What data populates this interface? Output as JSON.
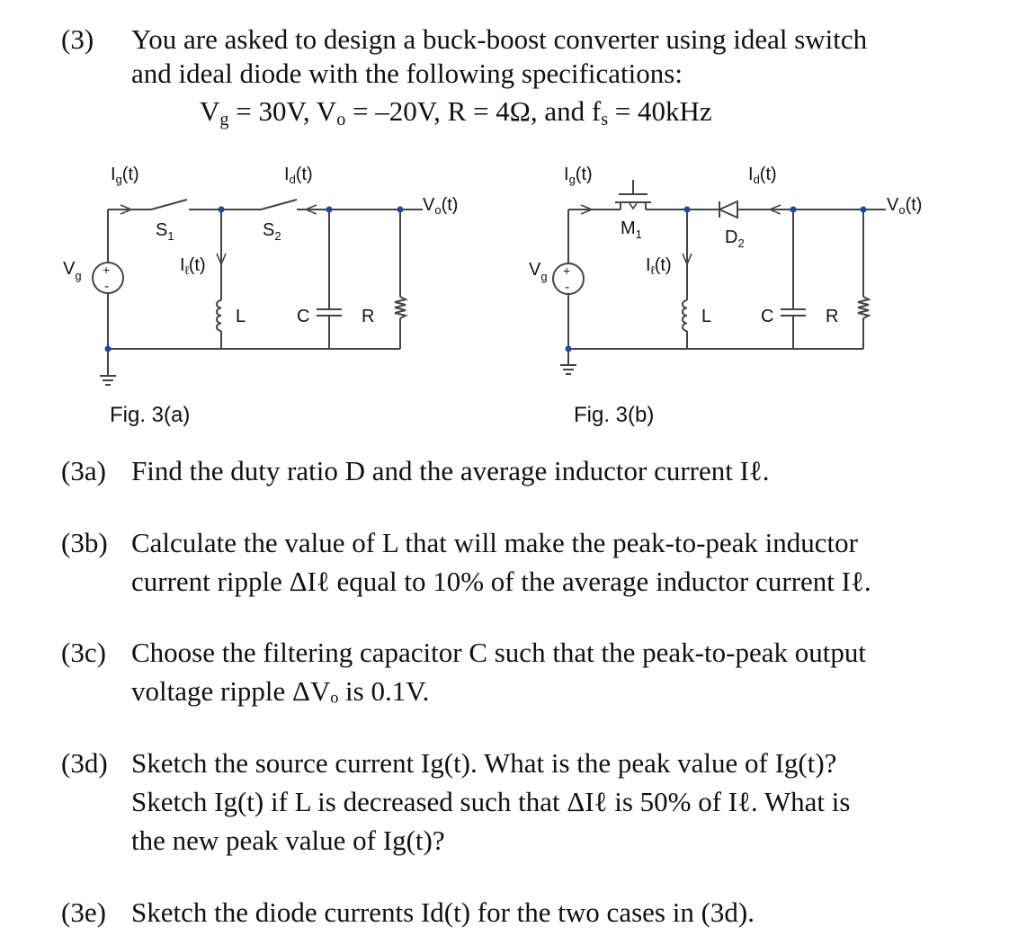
{
  "problem": {
    "number": "(3)",
    "intro_line1": "You are asked to design a buck-boost converter using ideal switch",
    "intro_line2": "and ideal diode with the following specifications:"
  },
  "specs": {
    "vg_sym": "V",
    "vg_sub": "g",
    "vg_val": " = 30V, ",
    "vo_sym": "V",
    "vo_sub": "o",
    "vo_val": " = –20V, ",
    "r_val": "R = 4Ω, and ",
    "fs_sym": "f",
    "fs_sub": "s",
    "fs_val": " = 40kHz"
  },
  "figures": {
    "a": {
      "caption": "Fig. 3(a)",
      "labels": {
        "ig": "I",
        "ig_sub": "g",
        "ig_t": "(t)",
        "id": "I",
        "id_sub": "d",
        "id_t": "(t)",
        "il": "I",
        "il_sub": "ℓ",
        "il_t": "(t)",
        "vo": "V",
        "vo_sub": "o",
        "vo_t": "(t)",
        "vg": "V",
        "vg_sub": "g",
        "s1": "S",
        "s1_sub": "1",
        "s2": "S",
        "s2_sub": "2",
        "L": "L",
        "C": "C",
        "R": "R"
      }
    },
    "b": {
      "caption": "Fig. 3(b)",
      "labels": {
        "ig": "I",
        "ig_sub": "g",
        "ig_t": "(t)",
        "id": "I",
        "id_sub": "d",
        "id_t": "(t)",
        "il": "I",
        "il_sub": "ℓ",
        "il_t": "(t)",
        "vo": "V",
        "vo_sub": "o",
        "vo_t": "(t)",
        "vg": "V",
        "vg_sub": "g",
        "m1": "M",
        "m1_sub": "1",
        "d2": "D",
        "d2_sub": "2",
        "L": "L",
        "C": "C",
        "R": "R"
      }
    }
  },
  "parts": [
    {
      "label": "(3a)",
      "lines": [
        "Find the duty ratio D and the average inductor current Iℓ."
      ]
    },
    {
      "label": "(3b)",
      "lines": [
        "Calculate the value of L that will make the peak-to-peak inductor",
        "current ripple ΔIℓ equal to 10% of the average inductor current Iℓ."
      ]
    },
    {
      "label": "(3c)",
      "lines": [
        "Choose the filtering capacitor C such that the peak-to-peak output",
        "voltage ripple ΔVₒ is 0.1V."
      ]
    },
    {
      "label": "(3d)",
      "lines": [
        "Sketch the source current Ig(t). What is the peak value of Ig(t)?",
        "Sketch Ig(t) if L is decreased such that ΔIℓ is 50% of Iℓ. What is",
        "the new peak value of Ig(t)?"
      ]
    },
    {
      "label": "(3e)",
      "lines": [
        "Sketch the diode currents Id(t) for the two cases in (3d)."
      ]
    }
  ]
}
